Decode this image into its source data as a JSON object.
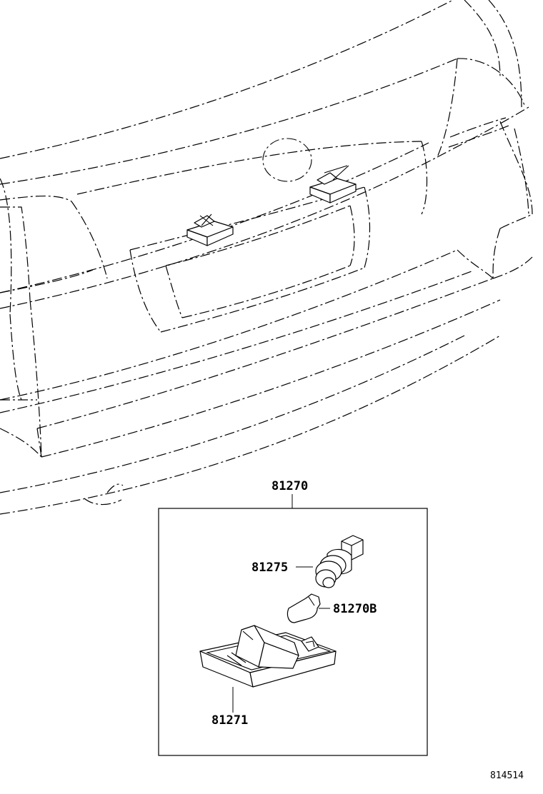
{
  "diagram": {
    "labels": {
      "assembly": "81270",
      "socket": "81275",
      "bulb": "81270B",
      "lens_housing": "81271",
      "figure_code": "814514"
    }
  }
}
